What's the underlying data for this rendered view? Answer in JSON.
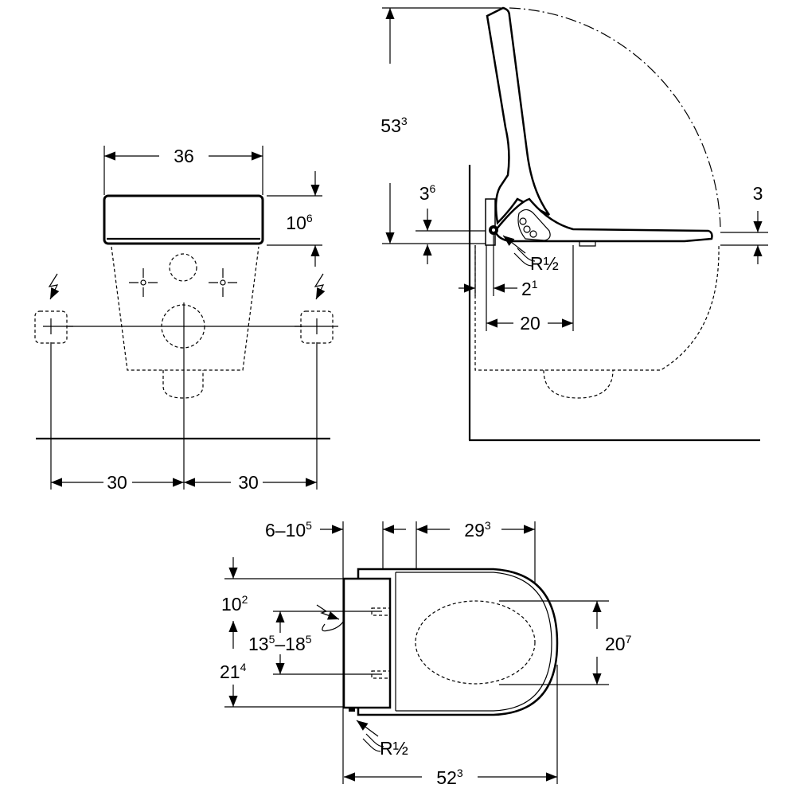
{
  "title": "Shower toilet dimension drawing",
  "front_view": {
    "width": {
      "main": "36",
      "sup": ""
    },
    "lid_height": {
      "main": "10",
      "sup": "6"
    },
    "left_offset": {
      "main": "30",
      "sup": ""
    },
    "right_offset": {
      "main": "30",
      "sup": ""
    }
  },
  "side_view": {
    "height": {
      "main": "53",
      "sup": "3"
    },
    "seat_offset": {
      "main": "3",
      "sup": "6"
    },
    "right_offset": {
      "main": "3",
      "sup": ""
    },
    "wall_gap": {
      "main": "2",
      "sup": "1"
    },
    "connection_distance": {
      "main": "20",
      "sup": ""
    },
    "thread": "R½"
  },
  "top_view": {
    "wall_range": {
      "main": "6–10",
      "sup": "5"
    },
    "seat_depth": {
      "main": "29",
      "sup": "3"
    },
    "opening_width": {
      "main": "20",
      "sup": "7"
    },
    "top_offset": {
      "main": "10",
      "sup": "2"
    },
    "bracket_range": {
      "main1": "13",
      "sup1": "5",
      "mid": "–18",
      "sup2": "5"
    },
    "bottom_offset": {
      "main": "21",
      "sup": "4"
    },
    "total_depth": {
      "main": "52",
      "sup": "3"
    },
    "thread": "R½"
  },
  "icons": [
    "electric-power-icon",
    "water-supply-icon"
  ]
}
